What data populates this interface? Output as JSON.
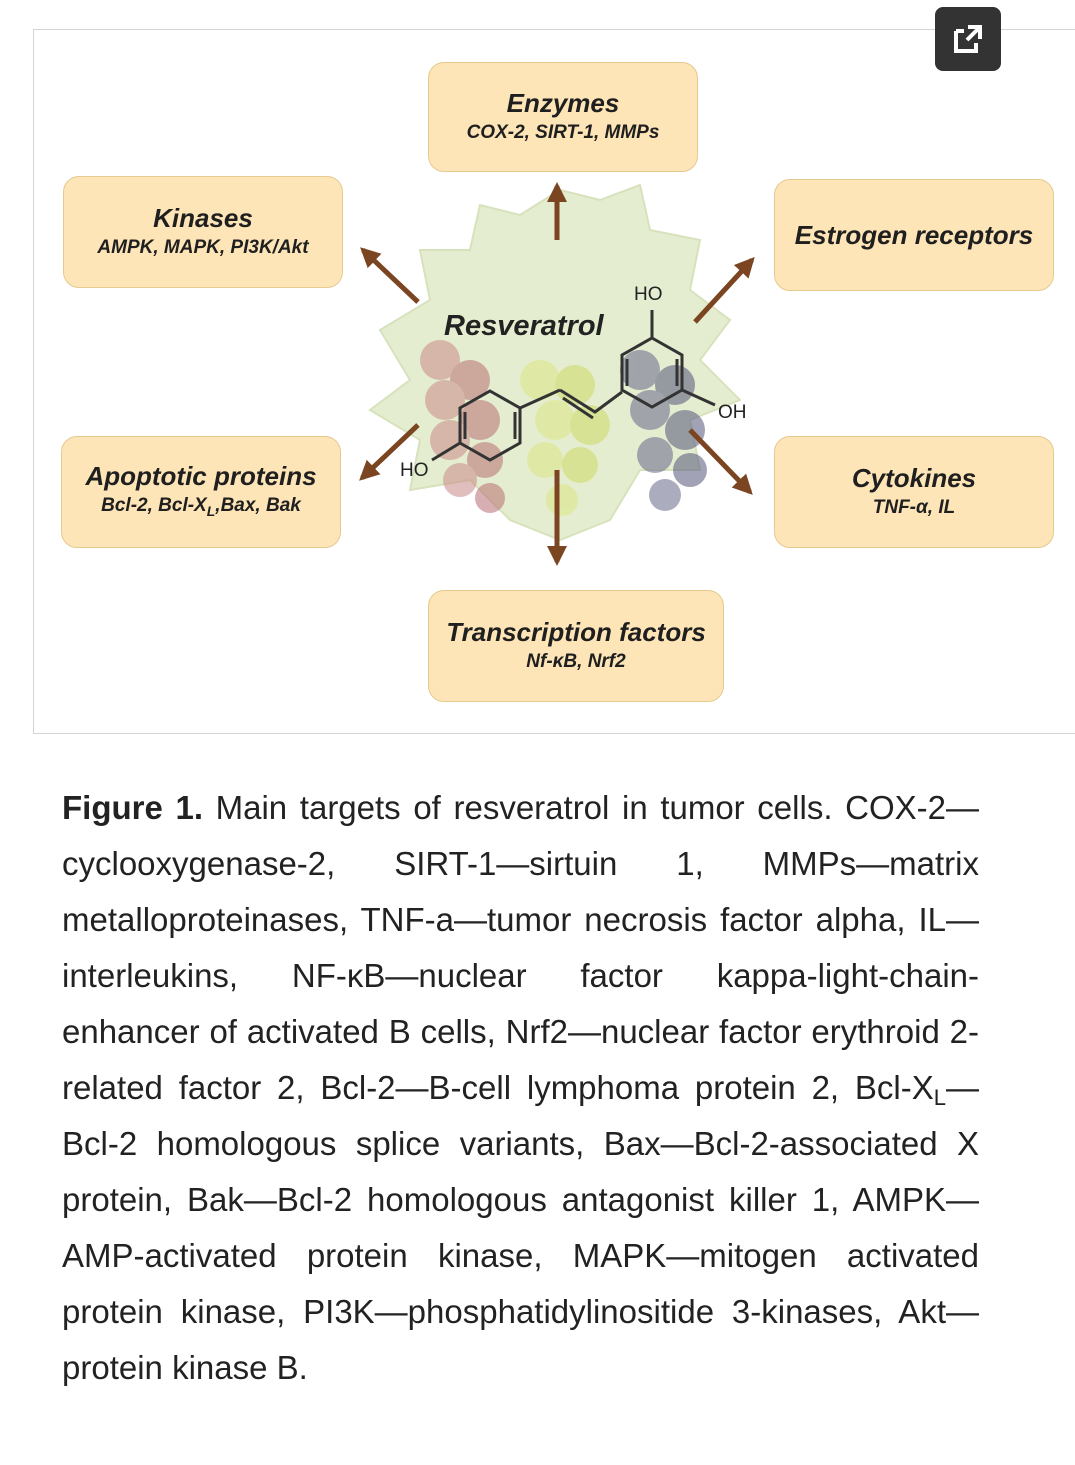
{
  "diagram": {
    "center_label": "Resveratrol",
    "enzymes": {
      "title": "Enzymes",
      "sub": "COX-2, SIRT-1, MMPs"
    },
    "kinases": {
      "title": "Kinases",
      "sub": "AMPK, MAPK, PI3K/Akt"
    },
    "estrogen": {
      "title": "Estrogen receptors"
    },
    "apoptotic": {
      "title": "Apoptotic proteins",
      "sub_a": "Bcl-2, Bcl-X",
      "sub_sub": "L",
      "sub_b": ",Bax, Bak"
    },
    "cytokines": {
      "title": "Cytokines",
      "sub": "TNF-α, IL"
    },
    "transcription": {
      "title": "Transcription factors",
      "sub": "Nf-κB, Nrf2"
    },
    "chem_labels": {
      "ho_top": "HO",
      "oh_right": "OH",
      "ho_left": "HO"
    },
    "arrow_color": "#7a4520"
  },
  "caption": {
    "label": "Figure 1.",
    "part1": " Main targets of resveratrol in tumor cells. COX-2—cyclooxygenase-2, SIRT-1—sirtuin 1, MMPs—matrix metalloproteinases, TNF-a—tumor necrosis factor alpha, IL—interleukins, NF-κB—nuclear factor kappa-light-chain-enhancer of activated B cells, Nrf2—nuclear factor erythroid 2-related factor 2, Bcl-2—B-cell lymphoma protein 2, Bcl-X",
    "sub": "L",
    "part2": "—Bcl-2 homologous splice variants, Bax—Bcl-2-associated X protein, Bak—Bcl-2 homologous antagonist killer 1, AMPK—AMP-activated protein kinase, MAPK—mitogen activated protein kinase, PI3K—phosphatidylinositide 3-kinases, Akt—protein kinase B."
  }
}
